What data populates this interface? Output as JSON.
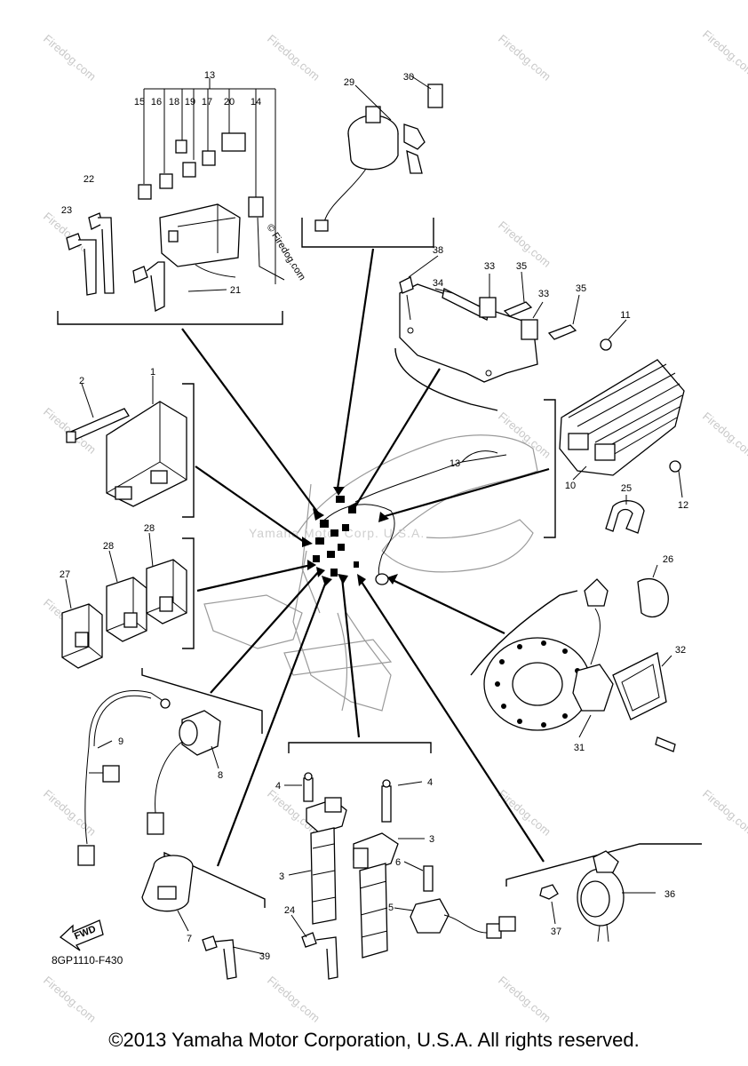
{
  "diagram": {
    "watermark": "Firedog.com",
    "center_watermark": "Yamaha Motor Corp. U.S.A.",
    "vertical_watermark": "© Firedog.com",
    "drawing_code": "8GP1110-F430",
    "fwd_label": "FWD",
    "part_numbers": {
      "p1": "1",
      "p2": "2",
      "p3a": "3",
      "p3b": "3",
      "p4a": "4",
      "p4b": "4",
      "p5": "5",
      "p6": "6",
      "p7": "7",
      "p8": "8",
      "p9": "9",
      "p10": "10",
      "p11": "11",
      "p12": "12",
      "p13a": "13",
      "p13b": "13",
      "p14": "14",
      "p15": "15",
      "p16": "16",
      "p17": "17",
      "p18": "18",
      "p19": "19",
      "p20": "20",
      "p21": "21",
      "p22": "22",
      "p23": "23",
      "p24": "24",
      "p25": "25",
      "p26": "26",
      "p27": "27",
      "p28a": "28",
      "p28b": "28",
      "p29": "29",
      "p30": "30",
      "p31": "31",
      "p32": "32",
      "p33a": "33",
      "p33b": "33",
      "p34": "34",
      "p35a": "35",
      "p35b": "35",
      "p36": "36",
      "p37": "37",
      "p38": "38",
      "p39": "39"
    }
  },
  "copyright": "©2013 Yamaha Motor Corporation, U.S.A. All rights reserved."
}
